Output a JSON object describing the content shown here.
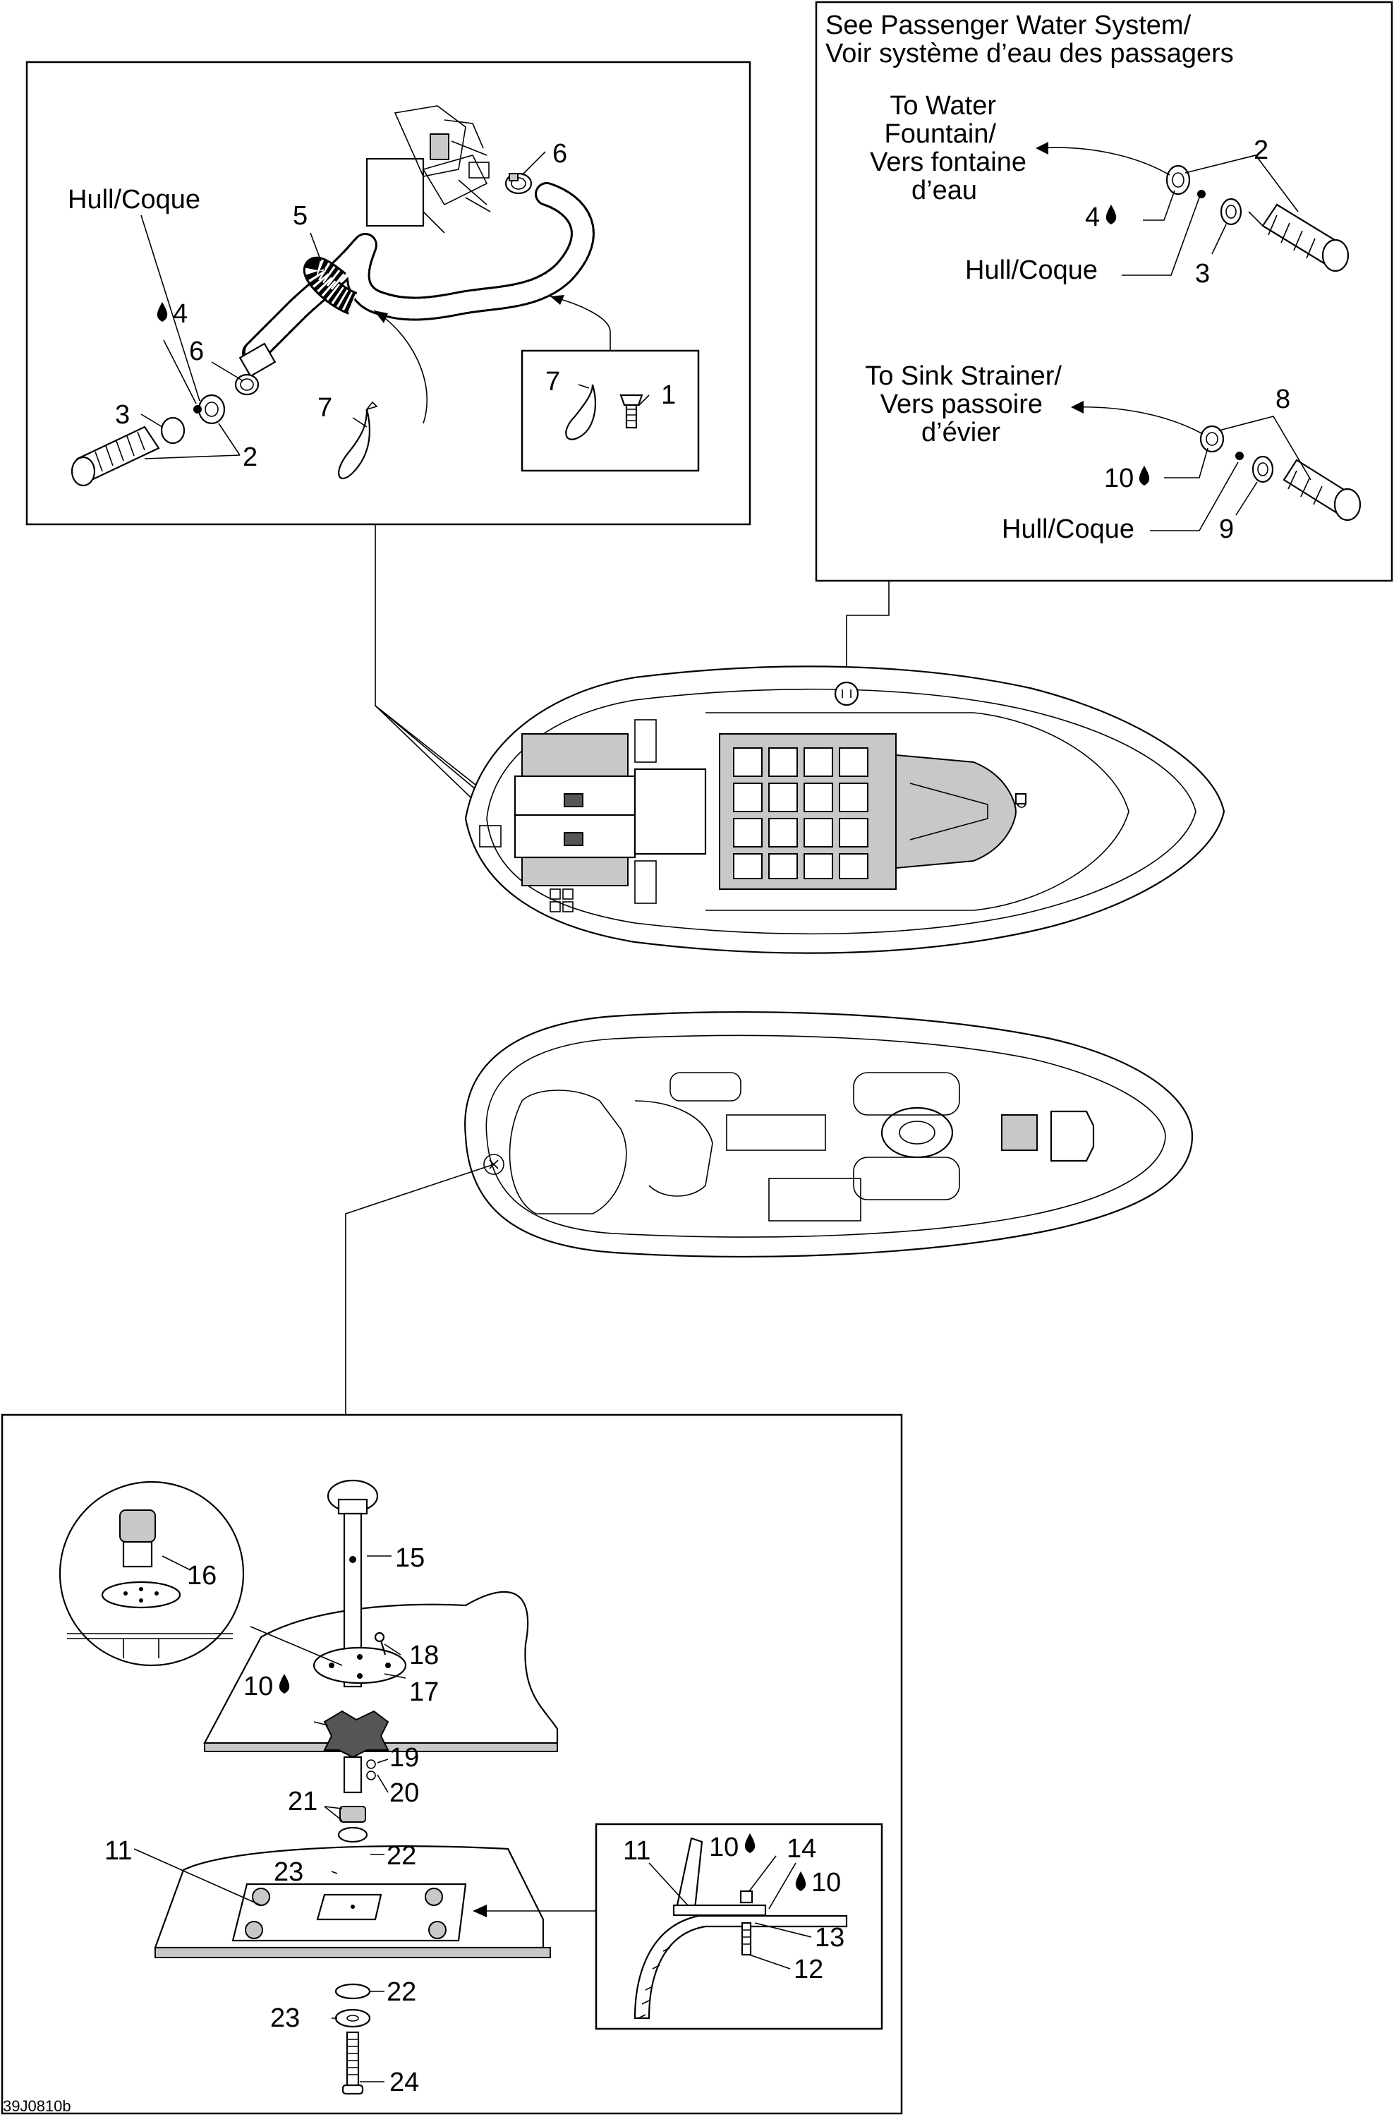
{
  "labels": {
    "hull_a": "Hull/Coque",
    "hull_b": "Hull/Coque",
    "hull_c": "Hull/Coque",
    "see_passenger_1": "See Passenger Water System/",
    "see_passenger_2": "Voir système d’eau des passagers",
    "water_fountain_1": "To Water",
    "water_fountain_2": "Fountain/",
    "water_fountain_3": "Vers fontaine",
    "water_fountain_4": "d’eau",
    "sink_strainer_1": "To Sink Strainer/",
    "sink_strainer_2": "Vers passoire",
    "sink_strainer_3": "d’évier"
  },
  "callouts": {
    "n1": "1",
    "n2a": "2",
    "n2b": "2",
    "n3a": "3",
    "n3b": "3",
    "n4a": "4",
    "n4b": "4",
    "n5": "5",
    "n6a": "6",
    "n6b": "6",
    "n7a": "7",
    "n7b": "7",
    "n8": "8",
    "n9": "9",
    "n10a": "10",
    "n10b": "10",
    "n10c": "10",
    "n10d": "10",
    "n11a": "11",
    "n11b": "11",
    "n12": "12",
    "n13": "13",
    "n14": "14",
    "n15": "15",
    "n16": "16",
    "n17": "17",
    "n18": "18",
    "n19": "19",
    "n20": "20",
    "n21": "21",
    "n22a": "22",
    "n22b": "22",
    "n23a": "23",
    "n23b": "23",
    "n24": "24"
  },
  "figure_code": "39J0810b",
  "icons": {
    "sealant": "sealant-drop-icon"
  }
}
